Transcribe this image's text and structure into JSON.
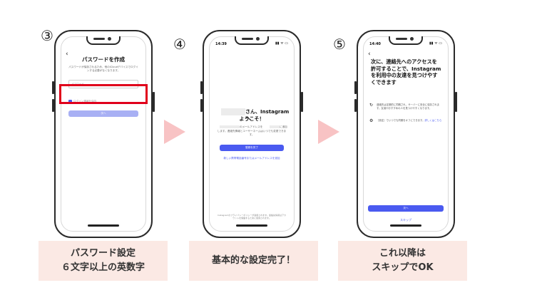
{
  "steps": [
    {
      "number": "③",
      "phone": {
        "title": "パスワードを作成",
        "description": "パスワードが保存されるため、他のiCloudデバイスでログインする必要がなくなります。",
        "input_placeholder": "パスワード",
        "checkbox_label": "ログイン情報を保存",
        "next_button": "次へ"
      },
      "caption_lines": [
        "パスワード設定",
        "６文字以上の英数字"
      ]
    },
    {
      "number": "④",
      "phone": {
        "time": "14:39",
        "status_icons": "▮▮ ᯤ ▭",
        "welcome_line1": "さん、Instagramへ",
        "welcome_line2": "ようこそ！",
        "description_line1": "のメールアドレスを",
        "description_line2": "に追加",
        "description_line3": "します。連絡先情報とユーザーネームはいつでも変更できます。",
        "complete_button": "登録を完了",
        "alt_link": "新しい携帯電話番号またはメールアドレスを追加",
        "footer": "Instagramのプライバシーポリシーが適用されます。連絡先情報はアカウントを保護するために使用されます。"
      },
      "caption_lines": [
        "基本的な設定完了！"
      ]
    },
    {
      "number": "⑤",
      "phone": {
        "time": "14:40",
        "status_icons": "▮▮ ᯤ ▭",
        "title": "次に、連絡先へのアクセスを許可することで、Instagramを利用中の友達を見つけやすくできます",
        "row1_text": "連絡先は定期的に同期され、サーバーに安全に保存されます。友達やおすすめの人を見つけやすくなります。",
        "row2_text": "［設定］でいつでも同期をオフにできます。",
        "row2_link": "詳しくはこちら",
        "next_button": "次へ",
        "skip": "スキップ"
      },
      "caption_lines": [
        "これ以降は",
        "スキップでOK"
      ]
    }
  ],
  "colors": {
    "accent": "#4a5af0",
    "highlight": "#e0001b",
    "arrow": "#f8c3c4",
    "caption_bg": "#fbe9e4"
  }
}
